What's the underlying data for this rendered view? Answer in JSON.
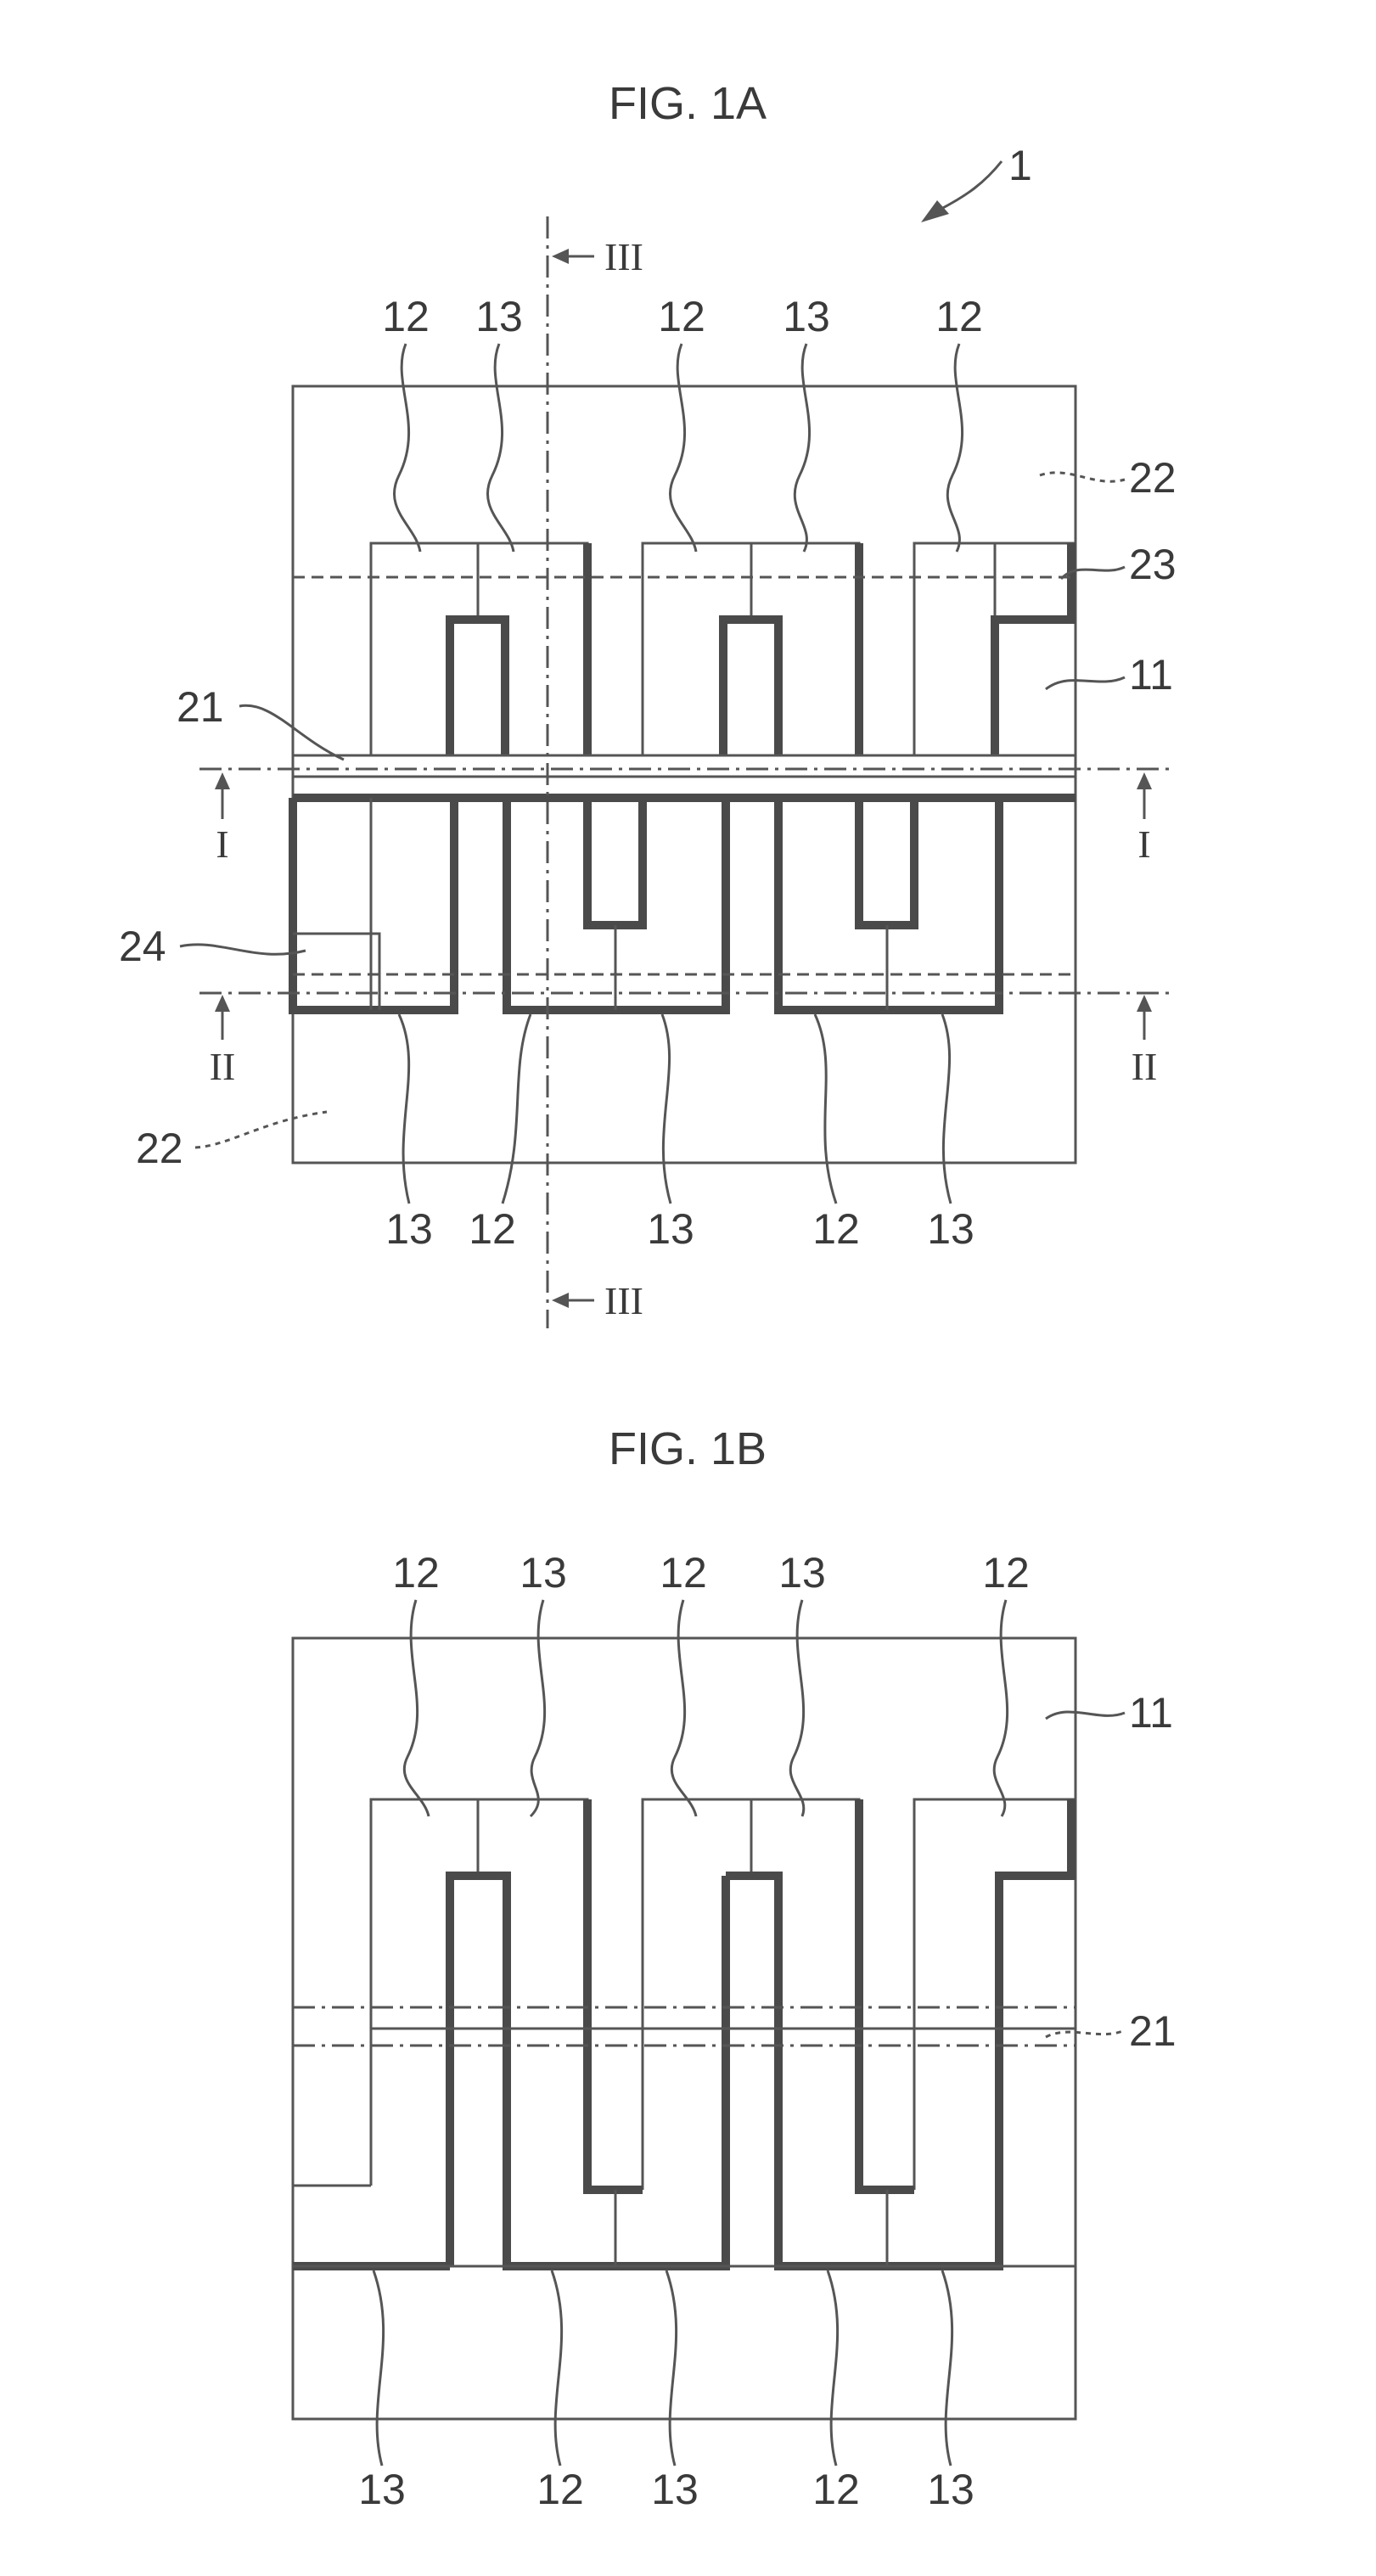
{
  "figures": [
    {
      "caption": "FIG. 1A",
      "device_ref": "1",
      "section_marks": {
        "I": "I",
        "II": "II",
        "III": "III"
      },
      "refs": {
        "electrode_a": "12",
        "electrode_b": "13",
        "substrate": "11",
        "line_21": "21",
        "region_22": "22",
        "line_23": "23",
        "line_24": "24"
      }
    },
    {
      "caption": "FIG. 1B",
      "refs": {
        "electrode_a": "12",
        "electrode_b": "13",
        "substrate": "11",
        "line_21": "21"
      }
    }
  ]
}
